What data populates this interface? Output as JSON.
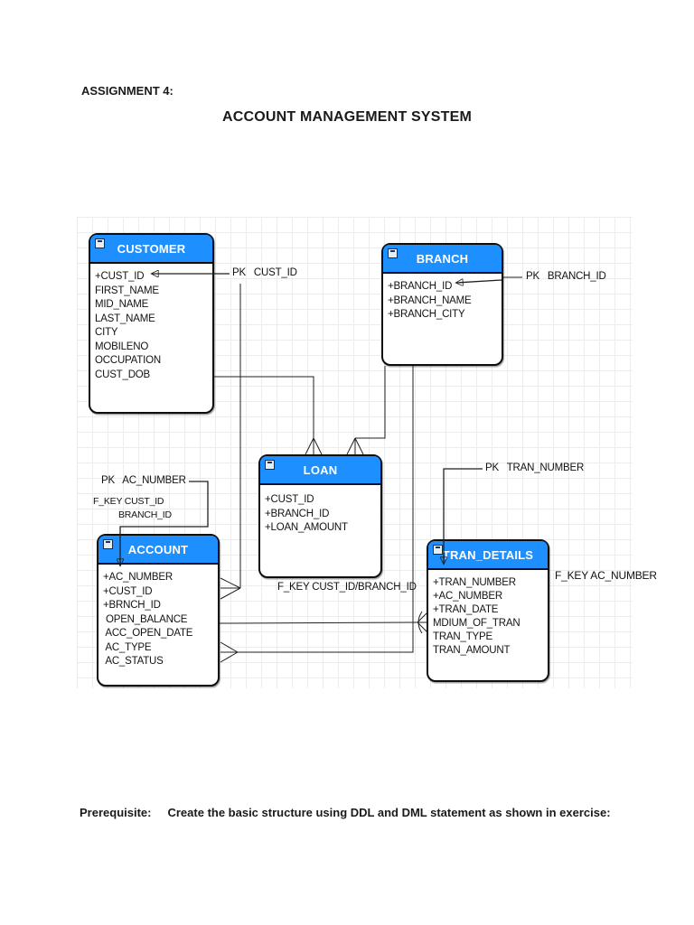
{
  "document": {
    "assignment_label": "ASSIGNMENT 4:",
    "title": "ACCOUNT MANAGEMENT SYSTEM",
    "prerequisite_label": "Prerequisite:",
    "prerequisite_text": "Create the basic structure using DDL and DML statement as shown in exercise:"
  },
  "colors": {
    "entity_header_blue": "#1e8fff",
    "entity_border": "#0d0d0d",
    "connector_line": "#1f1f1f",
    "grid_line": "#ececec"
  },
  "icons": {
    "entity_minimize": "minimize-box"
  },
  "entities": {
    "customer": {
      "name": "CUSTOMER",
      "fields": [
        "+CUST_ID",
        "FIRST_NAME",
        "MID_NAME",
        "LAST_NAME",
        "CITY",
        "MOBILENO",
        "OCCUPATION",
        "CUST_DOB"
      ]
    },
    "branch": {
      "name": "BRANCH",
      "fields": [
        "+BRANCH_ID",
        "+BRANCH_NAME",
        "+BRANCH_CITY"
      ]
    },
    "loan": {
      "name": "LOAN",
      "fields": [
        "+CUST_ID",
        "+BRANCH_ID",
        "+LOAN_AMOUNT"
      ]
    },
    "account": {
      "name": "ACCOUNT",
      "fields": [
        "+AC_NUMBER",
        "+CUST_ID",
        "+BRNCH_ID",
        " OPEN_BALANCE",
        " ACC_OPEN_DATE",
        " AC_TYPE",
        " AC_STATUS"
      ]
    },
    "tran_details": {
      "name": "TRAN_DETAILS",
      "fields": [
        "+TRAN_NUMBER",
        "+AC_NUMBER",
        "+TRAN_DATE",
        "MDIUM_OF_TRAN",
        "TRAN_TYPE",
        "TRAN_AMOUNT"
      ]
    }
  },
  "annotations": {
    "pk_customer": "PK   CUST_ID",
    "pk_branch": "PK   BRANCH_ID",
    "pk_account": "PK   AC_NUMBER",
    "fkey_account_line1": "F_KEY CUST_ID",
    "fkey_account_line2": "BRANCH_ID",
    "pk_tran": "PK   TRAN_NUMBER",
    "fkey_loan": "F_KEY CUST_ID/BRANCH_ID",
    "fkey_tran": "F_KEY AC_NUMBER"
  }
}
